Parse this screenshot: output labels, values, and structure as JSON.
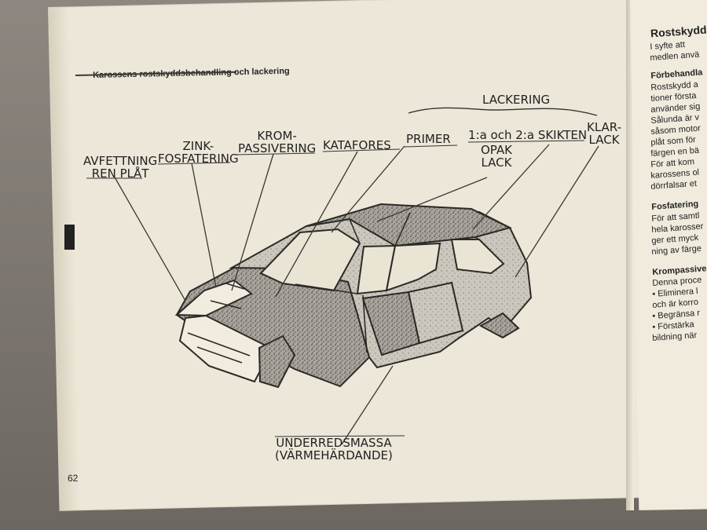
{
  "page": {
    "title": "Karossens rostskyddsbehandling och lackering",
    "page_number": "62"
  },
  "diagram": {
    "labels": {
      "avfettning": [
        "AVFETTNING",
        "REN PLÅT"
      ],
      "zink": [
        "ZINK-",
        "FOSFATERING"
      ],
      "krom": [
        "KROM-",
        "PASSIVERING"
      ],
      "katafores": "KATAFORES",
      "primer": "PRIMER",
      "lackering": "LACKERING",
      "skikten": "1:a och 2:a SKIKTEN",
      "opak": [
        "OPAK",
        "LACK"
      ],
      "klar": [
        "KLAR-",
        "LACK"
      ],
      "underredsmassa": [
        "UNDERREDSMASSA",
        "(VÄRMEHÄRDANDE)"
      ]
    }
  },
  "right_page": {
    "heading": "Rostskydd",
    "lines": [
      "I syfte att",
      "medlen anvä",
      "Förbehandla",
      "Rostskydd a",
      "tioner första",
      "använder sig",
      "Sålunda är v",
      "såsom motor",
      "plåt som för",
      "färgen en bä",
      "För att kom",
      "karossens ol",
      "dörrfalsar et",
      "Fosfatering",
      "För att samtl",
      "hela karosser",
      "ger ett myck",
      "ning av färge",
      "Krompassive",
      "Denna proce",
      "• Eliminera l",
      "och är korro",
      "• Begränsa r",
      "• Förstärka",
      "bildning när"
    ]
  }
}
